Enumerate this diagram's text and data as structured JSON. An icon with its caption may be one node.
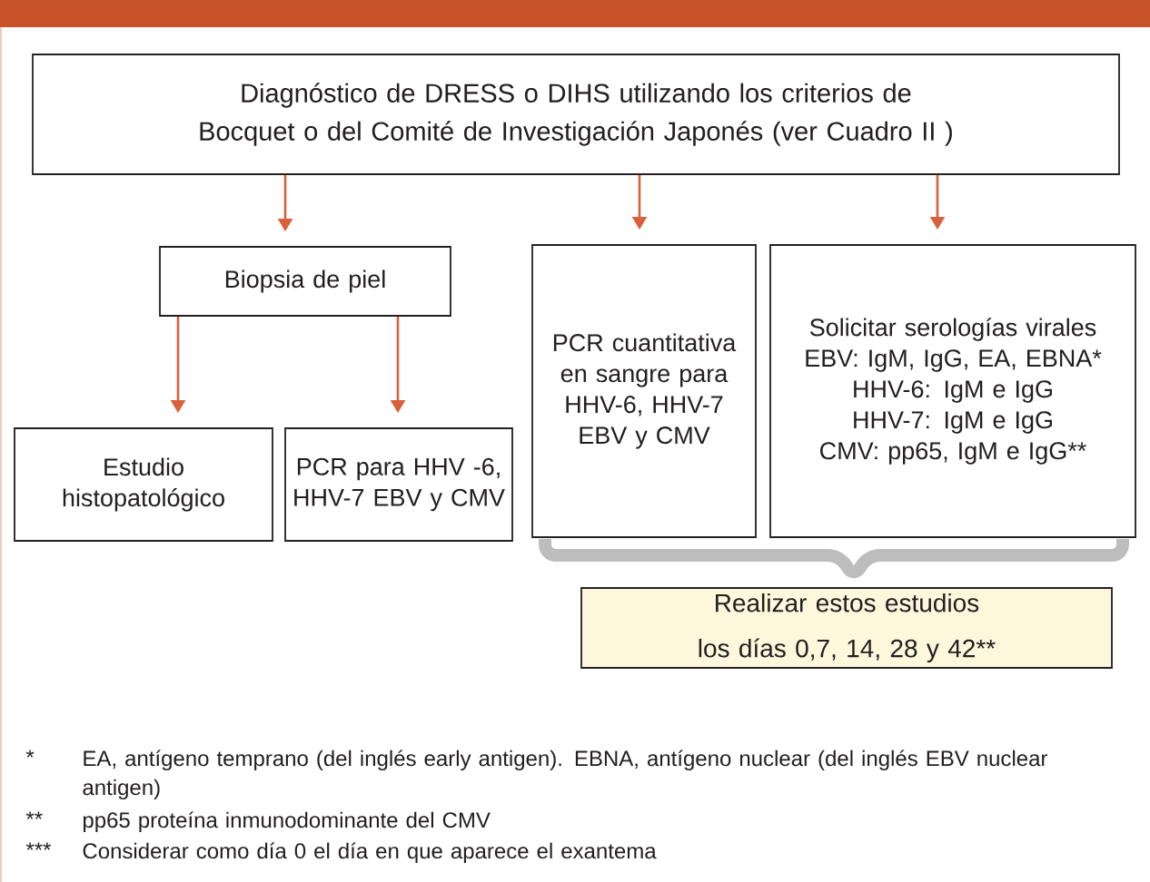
{
  "diagram": {
    "nodes": [
      {
        "text": [
          "Diagnóstico de DRESS o DIHS utilizando los criterios de Bocquet o del Comité de Investigación Japonés (ver Cuadro II )"
        ]
      },
      {
        "text": [
          "Biopsia de piel"
        ]
      },
      {
        "text": [
          "PCR cuantitativa en sangre para HHV-6, HHV-7 EBV y CMV"
        ]
      },
      {
        "text": [
          "Solicitar serologías virales",
          "EBV: IgM, IgG, EA, EBNA*",
          "HHV-6: IgM e IgG",
          "HHV-7: IgM e IgG",
          "CMV: pp65, IgM e IgG**"
        ]
      },
      {
        "text": [
          "Estudio histopatológico"
        ]
      },
      {
        "text": [
          "PCR para HHV -6, HHV-7 EBV y CMV"
        ]
      },
      {
        "text": [
          "Realizar estos estudios",
          "los días 0,7, 14, 28 y 42**"
        ]
      }
    ],
    "edges": [
      {
        "from": 0,
        "to": 1,
        "arrow": "to"
      },
      {
        "from": 0,
        "to": 2,
        "arrow": "to"
      },
      {
        "from": 0,
        "to": 3,
        "arrow": "to"
      },
      {
        "from": 1,
        "to": 4,
        "arrow": "to"
      },
      {
        "from": 1,
        "to": 5,
        "arrow": "to"
      }
    ],
    "labels": [
      "*",
      "EA, antígeno temprano (del inglés early antigen). EBNA, antígeno nuclear (del inglés EBV nuclear antigen)",
      "**",
      "pp65 proteína inmunodominante del CMV",
      "***",
      "Considerar como día 0 el día en que aparece el exantema"
    ]
  }
}
